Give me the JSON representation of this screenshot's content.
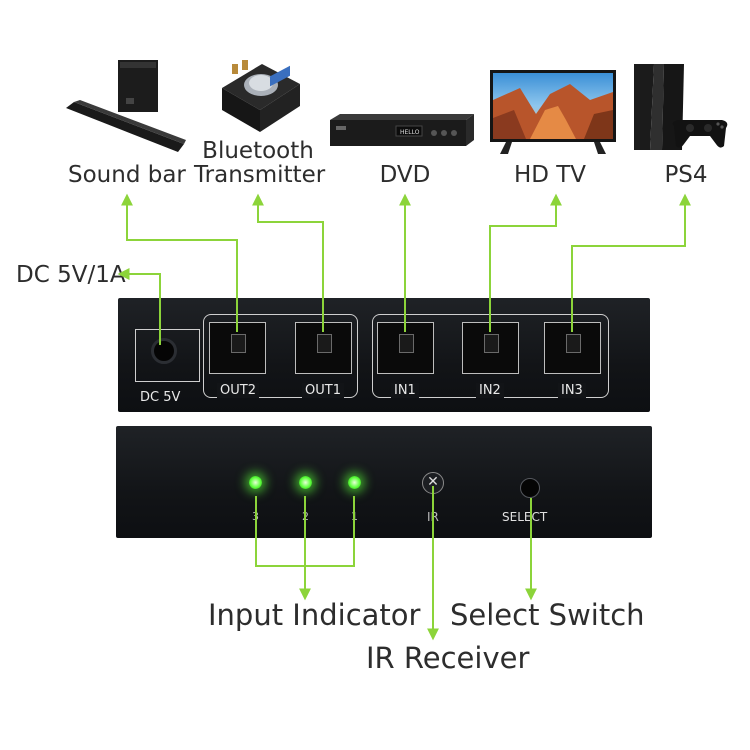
{
  "devices": {
    "soundbar": "Sound bar",
    "bluetooth_line1": "Bluetooth",
    "bluetooth_line2": "Transmitter",
    "dvd": "DVD",
    "hdtv": "HD TV",
    "ps4": "PS4"
  },
  "power_label": "DC 5V/1A",
  "rear_panel": {
    "dc_label": "DC 5V",
    "ports": [
      "OUT2",
      "OUT1",
      "IN1",
      "IN2",
      "IN3"
    ]
  },
  "front_panel": {
    "led_numbers": [
      "3",
      "2",
      "1"
    ],
    "ir_label": "IR",
    "select_label": "SELECT"
  },
  "callouts": {
    "input_indicator": "Input Indicator",
    "ir_receiver": "IR Receiver",
    "select_switch": "Select Switch"
  },
  "colors": {
    "line": "#8cd43a",
    "led": "#5cff3a",
    "panel": "#14161a"
  },
  "icons": [
    "soundbar-icon",
    "bluetooth-transmitter-icon",
    "dvd-player-icon",
    "hd-tv-icon",
    "ps4-console-icon",
    "optical-port-icon",
    "dc-jack-icon",
    "ir-sensor-icon",
    "select-button-icon",
    "led-icon"
  ]
}
